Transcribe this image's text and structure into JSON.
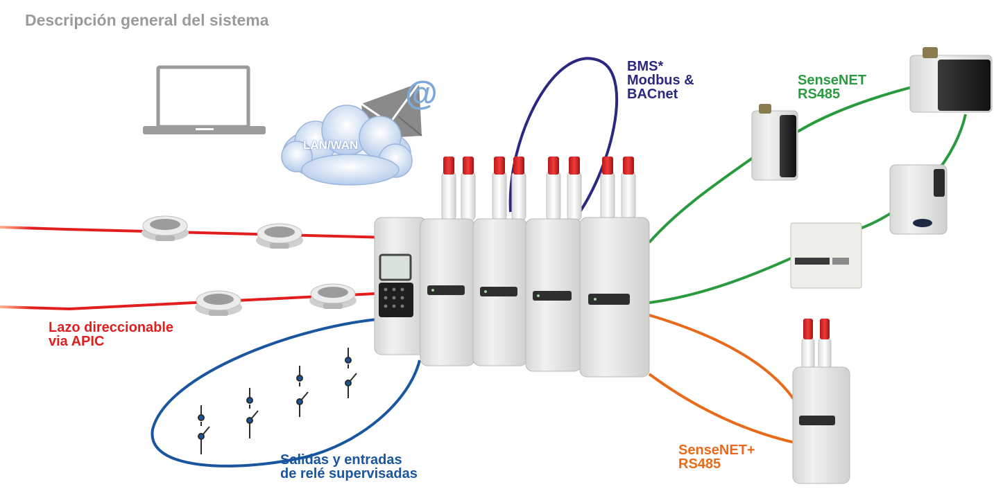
{
  "title": "Descripción general del sistema",
  "network": {
    "lanwan": "LAN/WAN",
    "email_symbol": "@"
  },
  "labels": {
    "bms": [
      "BMS*",
      "Modbus &",
      "BACnet"
    ],
    "sensenet": [
      "SenseNET",
      "RS485"
    ],
    "sensenet_plus": [
      "SenseNET+",
      "RS485"
    ],
    "lazo": [
      "Lazo direccionable",
      "via APIC"
    ],
    "salidas": [
      "Salidas y entradas",
      "de relé supervisadas"
    ]
  },
  "colors": {
    "title": "#9a9a9a",
    "bms": "#2a2880",
    "sensenet": "#2a9a3e",
    "sensenet_plus": "#e86a1a",
    "lazo": "#e21d1d",
    "salidas": "#1a56a0"
  },
  "icons": [
    "laptop-icon",
    "cloud-icon",
    "email-icon",
    "smoke-detector-icon",
    "relay-switch-icon",
    "aspirating-detector-unit"
  ]
}
